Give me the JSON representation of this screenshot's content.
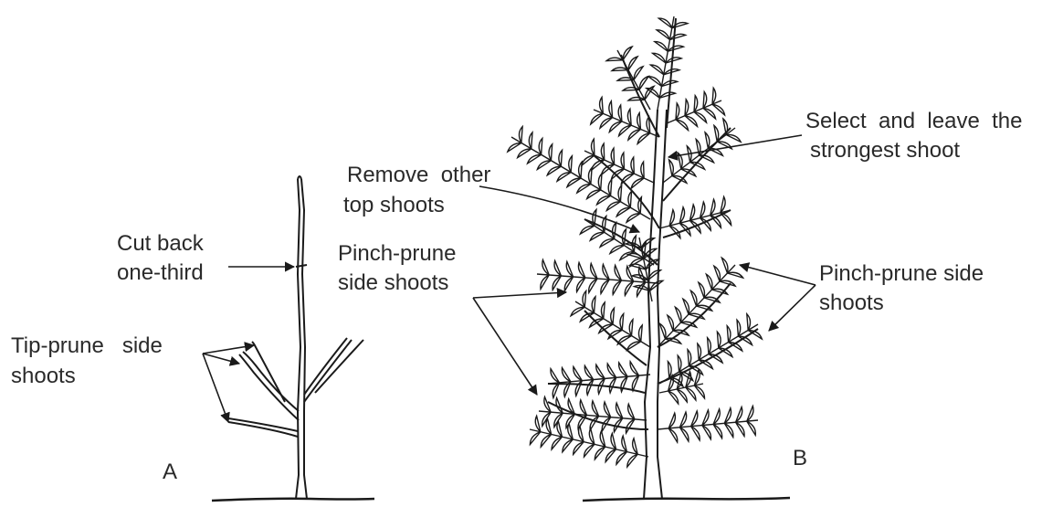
{
  "diagram": {
    "panel_a": {
      "letter": "A",
      "labels": {
        "cut_back_1": "Cut back",
        "cut_back_2": "one-third",
        "tip_prune_1": "Tip-prune   side",
        "tip_prune_2": "shoots"
      }
    },
    "panel_b": {
      "letter": "B",
      "labels": {
        "remove_1": "Remove  other",
        "remove_2": "top shoots",
        "pinch_left_1": "Pinch-prune",
        "pinch_left_2": "side shoots",
        "select_1": "Select  and  leave  the",
        "select_2": "strongest shoot",
        "pinch_right_1": "Pinch-prune side",
        "pinch_right_2": "shoots"
      }
    },
    "colors": {
      "ink": "#1a1a1a",
      "text": "#2a2a2a",
      "background": "#ffffff"
    }
  }
}
